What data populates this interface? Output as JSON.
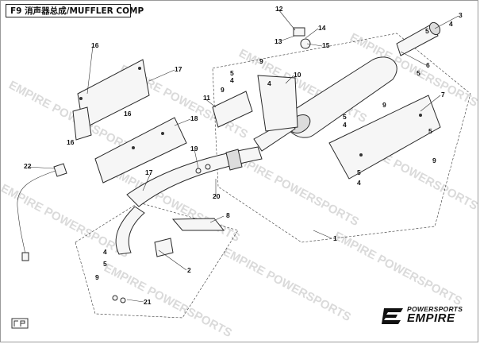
{
  "title": "F9 消声器总成/MUFFLER COMP",
  "watermark": "EMPIRE POWERSPORTS",
  "brand": {
    "top": "POWERSPORTS",
    "main": "EMPIRE"
  },
  "callouts": [
    "1",
    "2",
    "3",
    "4",
    "5",
    "6",
    "7",
    "8",
    "9",
    "10",
    "11",
    "12",
    "13",
    "14",
    "15",
    "16",
    "17",
    "18",
    "19",
    "20",
    "21",
    "22"
  ],
  "colors": {
    "line": "#2a2a2a",
    "watermark": "#bdbdbd"
  }
}
